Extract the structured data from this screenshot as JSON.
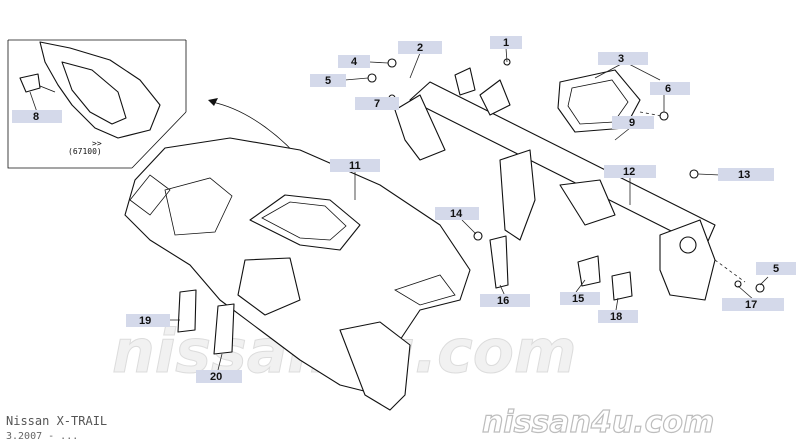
{
  "watermark": {
    "main": "nissan4u.com",
    "corner": "nissan4u.com"
  },
  "footer": {
    "model": "Nissan X-TRAIL",
    "date": "3.2007 - ..."
  },
  "inset": {
    "code": "(67100)",
    "arrows": ">>"
  },
  "callouts": [
    {
      "id": "c1",
      "label": "1"
    },
    {
      "id": "c2",
      "label": "2"
    },
    {
      "id": "c3",
      "label": "3"
    },
    {
      "id": "c4",
      "label": "4"
    },
    {
      "id": "c5a",
      "label": "5"
    },
    {
      "id": "c5b",
      "label": "5"
    },
    {
      "id": "c6",
      "label": "6"
    },
    {
      "id": "c7",
      "label": "7"
    },
    {
      "id": "c8",
      "label": "8"
    },
    {
      "id": "c9",
      "label": "9"
    },
    {
      "id": "c11",
      "label": "11"
    },
    {
      "id": "c12",
      "label": "12"
    },
    {
      "id": "c13",
      "label": "13"
    },
    {
      "id": "c14",
      "label": "14"
    },
    {
      "id": "c15",
      "label": "15"
    },
    {
      "id": "c16",
      "label": "16"
    },
    {
      "id": "c17",
      "label": "17"
    },
    {
      "id": "c18",
      "label": "18"
    },
    {
      "id": "c19",
      "label": "19"
    },
    {
      "id": "c20",
      "label": "20"
    }
  ]
}
